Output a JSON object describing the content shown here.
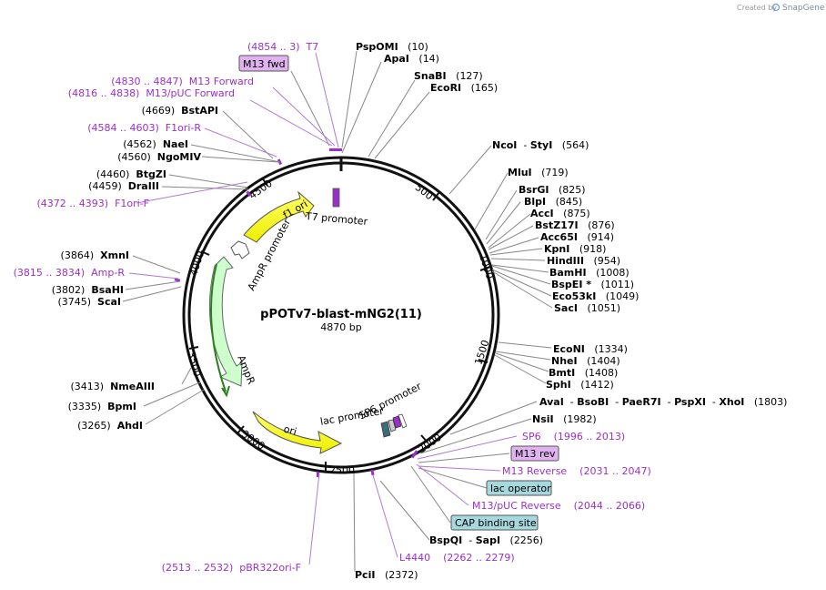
{
  "credit": {
    "prefix": "Created by",
    "brand": "SnapGene"
  },
  "plasmid": {
    "name": "pPOTv7-blast-mNG2(11)",
    "length": "4870 bp"
  },
  "ticks": [
    "500",
    "1000",
    "1500",
    "2000",
    "2500",
    "3000",
    "3500",
    "4000",
    "4500"
  ],
  "features": {
    "f1ori": "f1 ori",
    "ampr": "AmpR",
    "ori": "ori",
    "ampr_promoter": "AmpR promoter",
    "t7_promoter": "T7 promoter",
    "sp6_promoter": "SP6 promoter",
    "lac_promoter": "lac promoter"
  },
  "boxes": {
    "m13fwd": "M13 fwd",
    "m13rev": "M13 rev",
    "lacop": "lac operator",
    "cap": "CAP binding site"
  },
  "labels": [
    {
      "id": "t7",
      "parts": [
        {
          "t": "(4854 .. 3)  T7",
          "c": "p"
        }
      ]
    },
    {
      "id": "psp",
      "parts": [
        {
          "t": "PspOMI",
          "c": "b"
        },
        {
          "t": "   (10)",
          "c": "n"
        }
      ]
    },
    {
      "id": "apa",
      "parts": [
        {
          "t": "ApaI",
          "c": "b"
        },
        {
          "t": "   (14)",
          "c": "n"
        }
      ]
    },
    {
      "id": "snab",
      "parts": [
        {
          "t": "SnaBI",
          "c": "b"
        },
        {
          "t": "   (127)",
          "c": "n"
        }
      ]
    },
    {
      "id": "ecori",
      "parts": [
        {
          "t": "EcoRI",
          "c": "b"
        },
        {
          "t": "   (165)",
          "c": "n"
        }
      ]
    },
    {
      "id": "m13f",
      "parts": [
        {
          "t": "(4830 .. 4847)  M13 Forward",
          "c": "p"
        }
      ]
    },
    {
      "id": "m13puc",
      "parts": [
        {
          "t": "(4816 .. 4838)  M13/pUC Forward",
          "c": "p"
        }
      ]
    },
    {
      "id": "bstapi",
      "parts": [
        {
          "t": "(4669)  ",
          "c": "n"
        },
        {
          "t": "BstAPI",
          "c": "b"
        }
      ]
    },
    {
      "id": "f1r",
      "parts": [
        {
          "t": "(4584 .. 4603)  F1ori-R",
          "c": "p"
        }
      ]
    },
    {
      "id": "naei",
      "parts": [
        {
          "t": "(4562)  ",
          "c": "n"
        },
        {
          "t": "NaeI",
          "c": "b"
        }
      ]
    },
    {
      "id": "ngomiv",
      "parts": [
        {
          "t": "(4560)  ",
          "c": "n"
        },
        {
          "t": "NgoMIV",
          "c": "b"
        }
      ]
    },
    {
      "id": "btgzi",
      "parts": [
        {
          "t": "(4460)  ",
          "c": "n"
        },
        {
          "t": "BtgZI",
          "c": "b"
        }
      ]
    },
    {
      "id": "draiii",
      "parts": [
        {
          "t": "(4459)  ",
          "c": "n"
        },
        {
          "t": "DraIII",
          "c": "b"
        }
      ]
    },
    {
      "id": "f1f",
      "parts": [
        {
          "t": "(4372 .. 4393)  F1ori-F",
          "c": "p"
        }
      ]
    },
    {
      "id": "ncoi",
      "parts": [
        {
          "t": "NcoI",
          "c": "b"
        },
        {
          "t": "  - ",
          "c": "n"
        },
        {
          "t": "StyI",
          "c": "b"
        },
        {
          "t": "   (564)",
          "c": "n"
        }
      ]
    },
    {
      "id": "mlui",
      "parts": [
        {
          "t": "MluI",
          "c": "b"
        },
        {
          "t": "   (719)",
          "c": "n"
        }
      ]
    },
    {
      "id": "bsrgi",
      "parts": [
        {
          "t": "BsrGI",
          "c": "b"
        },
        {
          "t": "   (825)",
          "c": "n"
        }
      ]
    },
    {
      "id": "blpi",
      "parts": [
        {
          "t": "BlpI",
          "c": "b"
        },
        {
          "t": "   (845)",
          "c": "n"
        }
      ]
    },
    {
      "id": "acci",
      "parts": [
        {
          "t": "AccI",
          "c": "b"
        },
        {
          "t": "   (875)",
          "c": "n"
        }
      ]
    },
    {
      "id": "bstz",
      "parts": [
        {
          "t": "BstZ17I",
          "c": "b"
        },
        {
          "t": "   (876)",
          "c": "n"
        }
      ]
    },
    {
      "id": "acc65",
      "parts": [
        {
          "t": "Acc65I",
          "c": "b"
        },
        {
          "t": "   (914)",
          "c": "n"
        }
      ]
    },
    {
      "id": "kpni",
      "parts": [
        {
          "t": "KpnI",
          "c": "b"
        },
        {
          "t": "   (918)",
          "c": "n"
        }
      ]
    },
    {
      "id": "hind",
      "parts": [
        {
          "t": "HindIII",
          "c": "b"
        },
        {
          "t": "   (954)",
          "c": "n"
        }
      ]
    },
    {
      "id": "bamhi",
      "parts": [
        {
          "t": "BamHI",
          "c": "b"
        },
        {
          "t": "   (1008)",
          "c": "n"
        }
      ]
    },
    {
      "id": "bspei",
      "parts": [
        {
          "t": "BspEI *",
          "c": "b"
        },
        {
          "t": "   (1011)",
          "c": "n"
        }
      ]
    },
    {
      "id": "eco53",
      "parts": [
        {
          "t": "Eco53kI",
          "c": "b"
        },
        {
          "t": "   (1049)",
          "c": "n"
        }
      ]
    },
    {
      "id": "saci",
      "parts": [
        {
          "t": "SacI",
          "c": "b"
        },
        {
          "t": "   (1051)",
          "c": "n"
        }
      ]
    },
    {
      "id": "xmni",
      "parts": [
        {
          "t": "(3864)  ",
          "c": "n"
        },
        {
          "t": "XmnI",
          "c": "b"
        }
      ]
    },
    {
      "id": "ampr_r",
      "parts": [
        {
          "t": "(3815 .. 3834)  Amp-R",
          "c": "p"
        }
      ]
    },
    {
      "id": "bsahi",
      "parts": [
        {
          "t": "(3802)  ",
          "c": "n"
        },
        {
          "t": "BsaHI",
          "c": "b"
        }
      ]
    },
    {
      "id": "scai",
      "parts": [
        {
          "t": "(3745)  ",
          "c": "n"
        },
        {
          "t": "ScaI",
          "c": "b"
        }
      ]
    },
    {
      "id": "econi",
      "parts": [
        {
          "t": "EcoNI",
          "c": "b"
        },
        {
          "t": "   (1334)",
          "c": "n"
        }
      ]
    },
    {
      "id": "nhei",
      "parts": [
        {
          "t": "NheI",
          "c": "b"
        },
        {
          "t": "   (1404)",
          "c": "n"
        }
      ]
    },
    {
      "id": "bmti",
      "parts": [
        {
          "t": "BmtI",
          "c": "b"
        },
        {
          "t": "   (1408)",
          "c": "n"
        }
      ]
    },
    {
      "id": "sphi",
      "parts": [
        {
          "t": "SphI",
          "c": "b"
        },
        {
          "t": "   (1412)",
          "c": "n"
        }
      ]
    },
    {
      "id": "avai",
      "parts": [
        {
          "t": "AvaI",
          "c": "b"
        },
        {
          "t": "  - ",
          "c": "n"
        },
        {
          "t": "BsoBI",
          "c": "b"
        },
        {
          "t": "  - ",
          "c": "n"
        },
        {
          "t": "PaeR7I",
          "c": "b"
        },
        {
          "t": "  - ",
          "c": "n"
        },
        {
          "t": "PspXI",
          "c": "b"
        },
        {
          "t": "  - ",
          "c": "n"
        },
        {
          "t": "XhoI",
          "c": "b"
        },
        {
          "t": "   (1803)",
          "c": "n"
        }
      ]
    },
    {
      "id": "nsii",
      "parts": [
        {
          "t": "NsiI",
          "c": "b"
        },
        {
          "t": "   (1982)",
          "c": "n"
        }
      ]
    },
    {
      "id": "sp6",
      "parts": [
        {
          "t": "SP6    (1996 .. 2013)",
          "c": "p"
        }
      ]
    },
    {
      "id": "m13r",
      "parts": [
        {
          "t": "M13 Reverse    (2031 .. 2047)",
          "c": "p"
        }
      ]
    },
    {
      "id": "m13pucr",
      "parts": [
        {
          "t": "M13/pUC Reverse    (2044 .. 2066)",
          "c": "p"
        }
      ]
    },
    {
      "id": "nmeaiii",
      "parts": [
        {
          "t": "(3413)  ",
          "c": "n"
        },
        {
          "t": "NmeAIII",
          "c": "b"
        }
      ]
    },
    {
      "id": "bpmi",
      "parts": [
        {
          "t": "(3335)  ",
          "c": "n"
        },
        {
          "t": "BpmI",
          "c": "b"
        }
      ]
    },
    {
      "id": "ahdi",
      "parts": [
        {
          "t": "(3265)  ",
          "c": "n"
        },
        {
          "t": "AhdI",
          "c": "b"
        }
      ]
    },
    {
      "id": "bspqi",
      "parts": [
        {
          "t": "BspQI",
          "c": "b"
        },
        {
          "t": "  - ",
          "c": "n"
        },
        {
          "t": "SapI",
          "c": "b"
        },
        {
          "t": "   (2256)",
          "c": "n"
        }
      ]
    },
    {
      "id": "l4440",
      "parts": [
        {
          "t": "L4440    (2262 .. 2279)",
          "c": "p"
        }
      ]
    },
    {
      "id": "pbr",
      "parts": [
        {
          "t": "(2513 .. 2532)  pBR322ori-F",
          "c": "p"
        }
      ]
    },
    {
      "id": "pcii",
      "parts": [
        {
          "t": "PciI",
          "c": "b"
        },
        {
          "t": "   (2372)",
          "c": "n"
        }
      ]
    }
  ]
}
